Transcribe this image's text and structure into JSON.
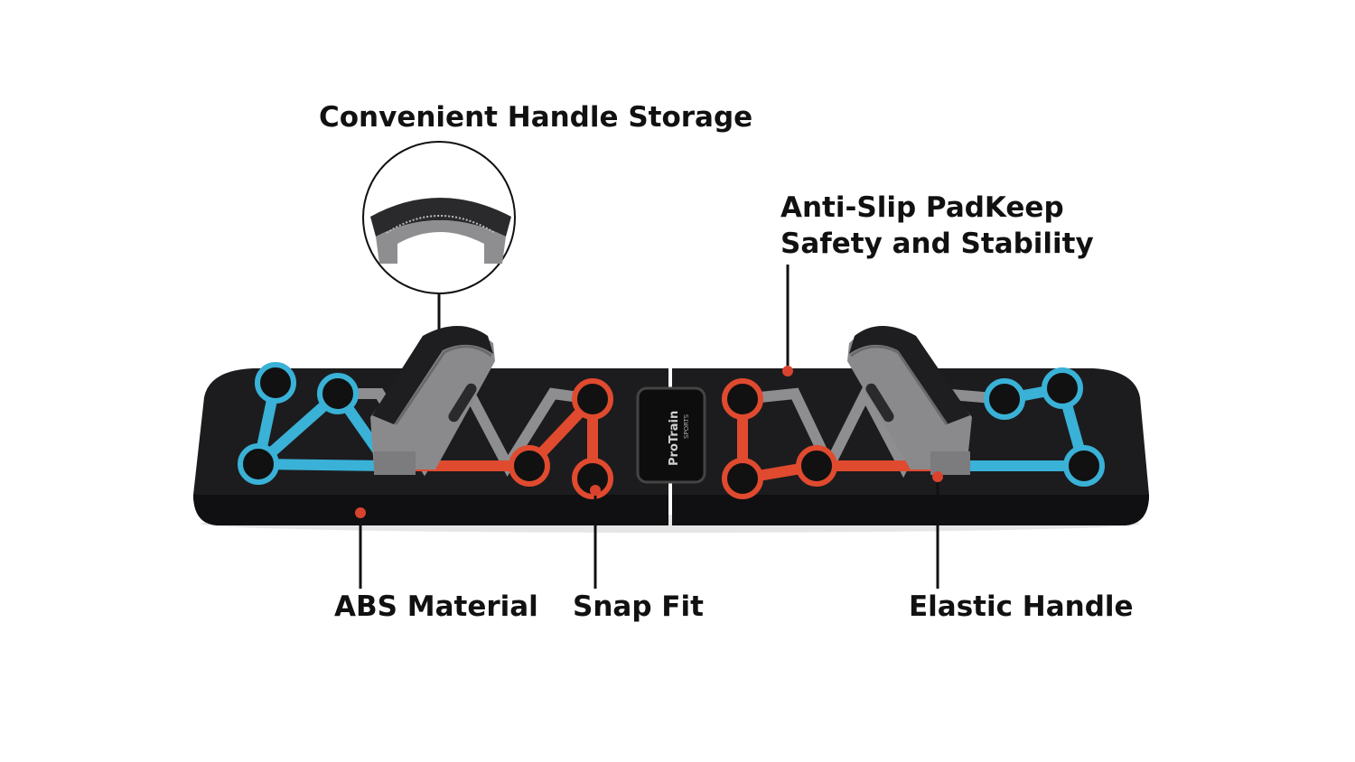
{
  "callouts": {
    "storage": "Convenient Handle Storage",
    "antislip_line1": "Anti-Slip PadKeep",
    "antislip_line2": "Safety and Stability",
    "abs": "ABS Material",
    "snap": "Snap Fit",
    "elastic": "Elastic Handle"
  },
  "product": {
    "logo_text": "ProTrain",
    "logo_sub": "SPORTS"
  },
  "colors": {
    "board": "#1c1c1e",
    "blue": "#3ab1d6",
    "red": "#e04a2f",
    "gray_line": "#8e8e90",
    "handle": "#8a8a8c",
    "dot": "#d9432e"
  }
}
